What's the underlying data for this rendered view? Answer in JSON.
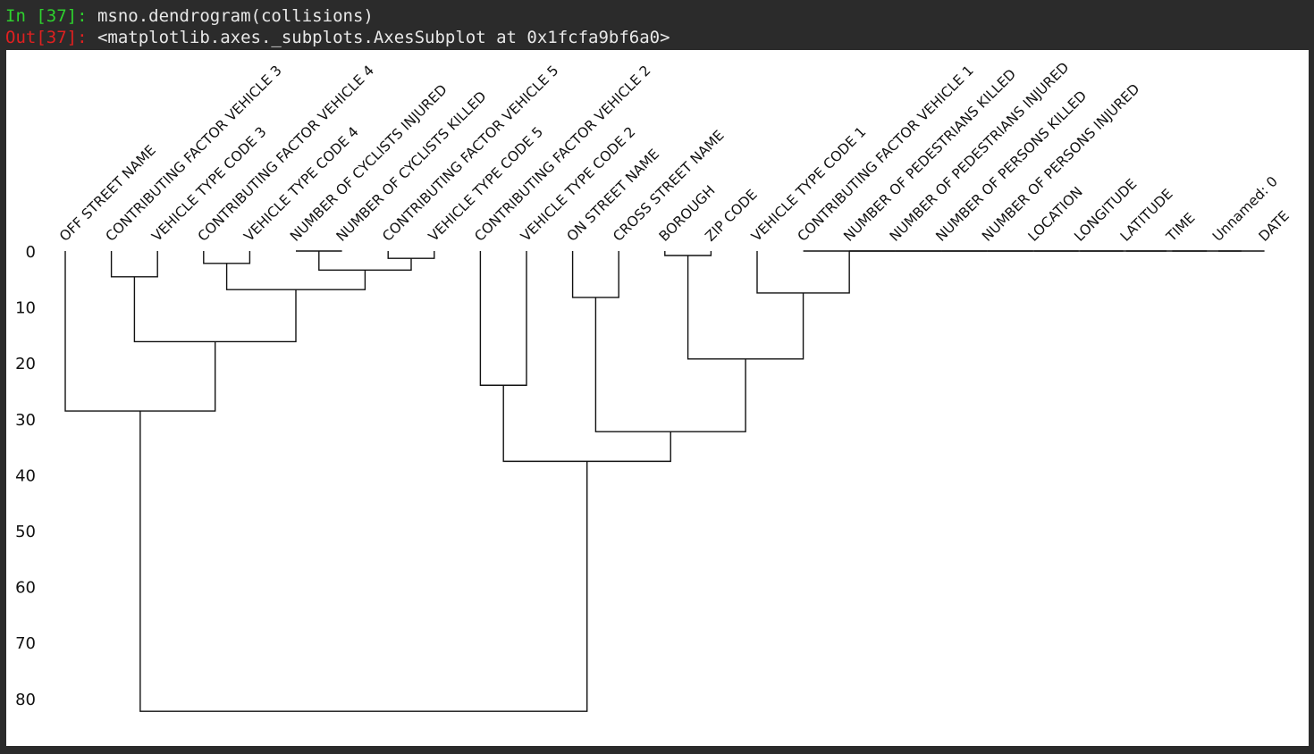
{
  "console": {
    "in_prompt": "In [37]:",
    "in_code": "msno.dendrogram(collisions)",
    "out_prompt": "Out[37]:",
    "out_text": "<matplotlib.axes._subplots.AxesSubplot at 0x1fcfa9bf6a0>"
  },
  "chart_data": {
    "type": "dendrogram",
    "leaves": [
      "OFF STREET NAME",
      "CONTRIBUTING FACTOR VEHICLE 3",
      "VEHICLE TYPE CODE 3",
      "CONTRIBUTING FACTOR VEHICLE 4",
      "VEHICLE TYPE CODE 4",
      "NUMBER OF CYCLISTS INJURED",
      "NUMBER OF CYCLISTS KILLED",
      "CONTRIBUTING FACTOR VEHICLE 5",
      "VEHICLE TYPE CODE 5",
      "CONTRIBUTING FACTOR VEHICLE 2",
      "VEHICLE TYPE CODE 2",
      "ON STREET NAME",
      "CROSS STREET NAME",
      "BOROUGH",
      "ZIP CODE",
      "VEHICLE TYPE CODE 1",
      "CONTRIBUTING FACTOR VEHICLE 1",
      "NUMBER OF PEDESTRIANS KILLED",
      "NUMBER OF PEDESTRIANS INJURED",
      "NUMBER OF PERSONS KILLED",
      "NUMBER OF PERSONS INJURED",
      "LOCATION",
      "LONGITUDE",
      "LATITUDE",
      "TIME",
      "Unnamed: 0",
      "DATE"
    ],
    "merges": [
      {
        "a": [
          25
        ],
        "b": [
          26
        ],
        "height": 0
      },
      {
        "a": [
          24
        ],
        "b": [
          25,
          26
        ],
        "height": 0
      },
      {
        "a": [
          23
        ],
        "b": [
          24,
          25,
          26
        ],
        "height": 0
      },
      {
        "a": [
          22
        ],
        "b": [
          23,
          24,
          25,
          26
        ],
        "height": 0
      },
      {
        "a": [
          21
        ],
        "b": [
          22,
          23,
          24,
          25,
          26
        ],
        "height": 0
      },
      {
        "a": [
          20
        ],
        "b": [
          21,
          22,
          23,
          24,
          25,
          26
        ],
        "height": 0
      },
      {
        "a": [
          19
        ],
        "b": [
          20,
          21,
          22,
          23,
          24,
          25,
          26
        ],
        "height": 0
      },
      {
        "a": [
          18
        ],
        "b": [
          19,
          20,
          21,
          22,
          23,
          24,
          25,
          26
        ],
        "height": 0
      },
      {
        "a": [
          17
        ],
        "b": [
          18,
          19,
          20,
          21,
          22,
          23,
          24,
          25,
          26
        ],
        "height": 0
      },
      {
        "a": [
          16
        ],
        "b": [
          17,
          18,
          19,
          20,
          21,
          22,
          23,
          24,
          25,
          26
        ],
        "height": 0
      },
      {
        "a": [
          5
        ],
        "b": [
          6
        ],
        "height": 0
      },
      {
        "a": [
          13
        ],
        "b": [
          14
        ],
        "height": 0.8
      },
      {
        "a": [
          7
        ],
        "b": [
          8
        ],
        "height": 1.3
      },
      {
        "a": [
          3
        ],
        "b": [
          4
        ],
        "height": 2.2
      },
      {
        "a": [
          5,
          6
        ],
        "b": [
          7,
          8
        ],
        "height": 3.4
      },
      {
        "a": [
          1
        ],
        "b": [
          2
        ],
        "height": 4.6
      },
      {
        "a": [
          3,
          4
        ],
        "b": [
          5,
          6,
          7,
          8
        ],
        "height": 6.9
      },
      {
        "a": [
          15
        ],
        "b": [
          16,
          17,
          18,
          19,
          20,
          21,
          22,
          23,
          24,
          25,
          26
        ],
        "height": 7.5
      },
      {
        "a": [
          11
        ],
        "b": [
          12
        ],
        "height": 8.3
      },
      {
        "a": [
          1,
          2
        ],
        "b": [
          3,
          4,
          5,
          6,
          7,
          8
        ],
        "height": 16.2
      },
      {
        "a": [
          13,
          14
        ],
        "b": [
          15,
          16,
          17,
          18,
          19,
          20,
          21,
          22,
          23,
          24,
          25,
          26
        ],
        "height": 19.3
      },
      {
        "a": [
          9
        ],
        "b": [
          10
        ],
        "height": 24.0
      },
      {
        "a": [
          0
        ],
        "b": [
          1,
          2,
          3,
          4,
          5,
          6,
          7,
          8
        ],
        "height": 28.6
      },
      {
        "a": [
          11,
          12
        ],
        "b": [
          13,
          14,
          15,
          16,
          17,
          18,
          19,
          20,
          21,
          22,
          23,
          24,
          25,
          26
        ],
        "height": 32.3
      },
      {
        "a": [
          9,
          10
        ],
        "b": [
          11,
          12,
          13,
          14,
          15,
          16,
          17,
          18,
          19,
          20,
          21,
          22,
          23,
          24,
          25,
          26
        ],
        "height": 37.6
      },
      {
        "a": [
          0,
          1,
          2,
          3,
          4,
          5,
          6,
          7,
          8
        ],
        "b": [
          9,
          10,
          11,
          12,
          13,
          14,
          15,
          16,
          17,
          18,
          19,
          20,
          21,
          22,
          23,
          24,
          25,
          26
        ],
        "height": 82.3
      }
    ],
    "yaxis": {
      "ticks": [
        0,
        10,
        20,
        30,
        40,
        50,
        60,
        70,
        80
      ],
      "inverted": true,
      "range": [
        0,
        82.3
      ]
    },
    "line_color": "#111111"
  }
}
